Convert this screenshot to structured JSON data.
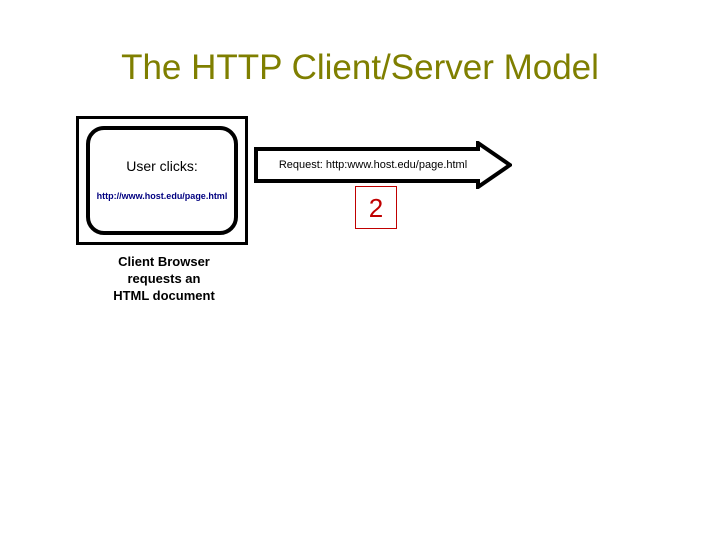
{
  "slide": {
    "title": "The HTTP Client/Server Model",
    "title_color": "#7f7f00",
    "background_color": "#ffffff"
  },
  "client": {
    "screen_heading": "User clicks:",
    "clicked_url": "http://www.host.edu/page.html",
    "clicked_url_color": "#000080",
    "caption_lines": [
      "Client Browser",
      "requests an",
      "HTML document"
    ]
  },
  "request": {
    "arrow_label": "Request: http:www.host.edu/page.html",
    "arrow_direction": "right",
    "arrow_outline_color": "#000000",
    "arrow_fill_color": "#ffffff"
  },
  "step": {
    "number": "2",
    "color": "#c00000"
  }
}
